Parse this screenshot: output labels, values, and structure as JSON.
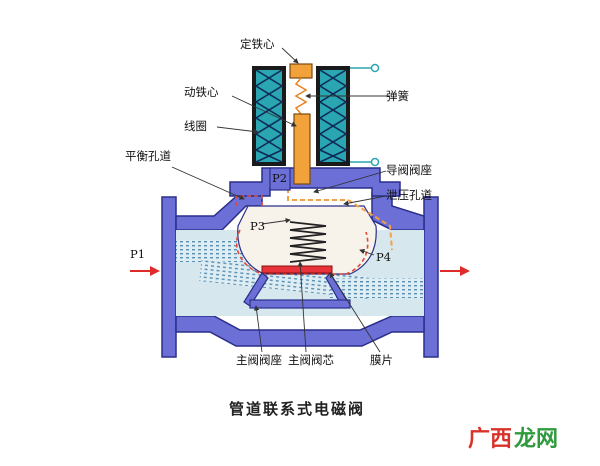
{
  "labels": {
    "fixed_core": "定铁心",
    "moving_core": "动铁心",
    "spring": "弹簧",
    "coil": "线圈",
    "balance_hole": "平衡孔道",
    "pilot_seat": "导阀阀座",
    "relief_hole": "泄压孔道",
    "p1": "P1",
    "p2": "P2",
    "p3": "P3",
    "p4": "P4",
    "main_seat": "主阀阀座",
    "main_core": "主阀阀芯",
    "diaphragm": "膜片"
  },
  "caption": "管道联系式电磁阀",
  "watermark": {
    "brand": "广西龙网",
    "colors": [
      "#d8322a",
      "#2e9a3c"
    ]
  },
  "colors": {
    "body": "#6b6fd6",
    "body_dark": "#2a2e8a",
    "flow_light": "#d6e8ee",
    "flow_blue": "#3a6f9a",
    "core": "#f2a23a",
    "coil_teal": "#2aa6b0",
    "arrow_red": "#e02b2b",
    "diaphragm_red": "#e8333a",
    "dash_red": "#e04a3a",
    "dash_orange": "#f4a040"
  }
}
